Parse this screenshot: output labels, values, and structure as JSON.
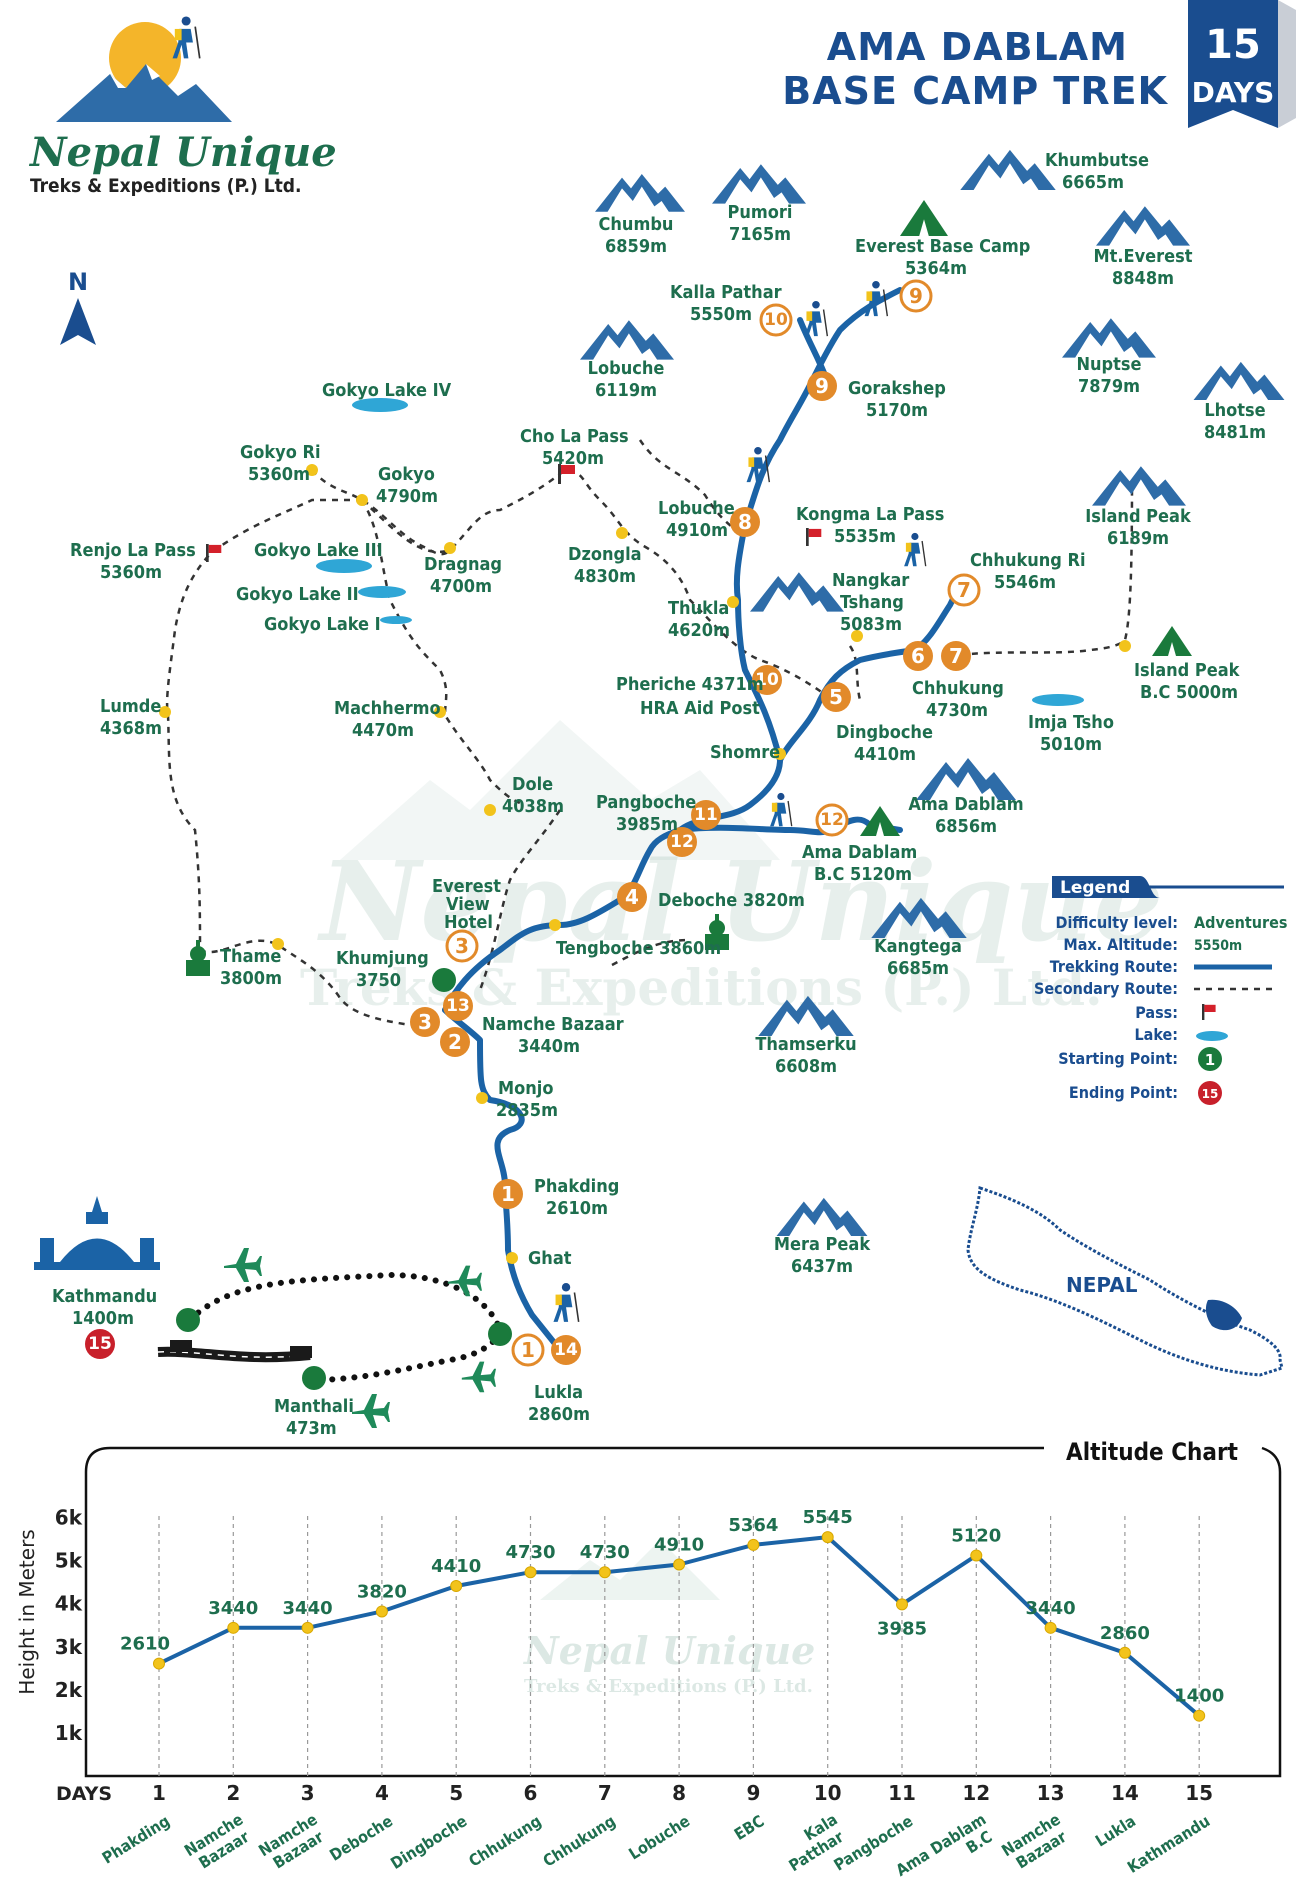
{
  "brand": {
    "name": "Nepal Unique",
    "subtitle": "Treks & Expeditions (P.) Ltd."
  },
  "title": {
    "line1": "AMA DABLAM",
    "line2": "BASE CAMP TREK",
    "days_number": "15",
    "days_label": "DAYS"
  },
  "compass": "N",
  "mountains": [
    {
      "name": "Chumbu",
      "alt": "6859m"
    },
    {
      "name": "Pumori",
      "alt": "7165m"
    },
    {
      "name": "Khumbutse",
      "alt": "6665m"
    },
    {
      "name": "Mt.Everest",
      "alt": "8848m"
    },
    {
      "name": "Nuptse",
      "alt": "7879m"
    },
    {
      "name": "Lhotse",
      "alt": "8481m"
    },
    {
      "name": "Island Peak",
      "alt": "6189m"
    },
    {
      "name": "Lobuche",
      "alt": "6119m"
    },
    {
      "name": "Ama Dablam",
      "alt": "6856m"
    },
    {
      "name": "Kangtega",
      "alt": "6685m"
    },
    {
      "name": "Thamserku",
      "alt": "6608m"
    },
    {
      "name": "Mera Peak",
      "alt": "6437m"
    }
  ],
  "places": {
    "ebc": [
      "Everest Base Camp",
      "5364m"
    ],
    "kalla": [
      "Kalla Pathar",
      "5550m"
    ],
    "gorakshep": [
      "Gorakshep",
      "5170m"
    ],
    "lobuche": [
      "Lobuche",
      "4910m"
    ],
    "kongma": [
      "Kongma La Pass",
      "5535m"
    ],
    "nangkar": [
      "Nangkar",
      "Tshang",
      "5083m"
    ],
    "chhukung_ri": [
      "Chhukung Ri",
      "5546m"
    ],
    "chhukung": [
      "Chhukung",
      "4730m"
    ],
    "island_bc": [
      "Island Peak",
      "B.C 5000m"
    ],
    "imja": [
      "Imja Tsho",
      "5010m"
    ],
    "thukla": [
      "Thukla",
      "4620m"
    ],
    "pheriche": [
      "Pheriche 4371m",
      "HRA Aid Post"
    ],
    "dingboche": [
      "Dingboche",
      "4410m"
    ],
    "shomre": "Shomre",
    "pangboche": [
      "Pangboche",
      "3985m"
    ],
    "ama_bc": [
      "Ama Dablam",
      "B.C 5120m"
    ],
    "deboche": "Deboche 3820m",
    "tengboche": "Tengboche 3860m",
    "everest_view": [
      "Everest",
      "View",
      "Hotel"
    ],
    "khumjung": [
      "Khumjung",
      "3750"
    ],
    "namche": [
      "Namche Bazaar",
      "3440m"
    ],
    "thame": [
      "Thame",
      "3800m"
    ],
    "monjo": [
      "Monjo",
      "2835m"
    ],
    "phakding": [
      "Phakding",
      "2610m"
    ],
    "ghat": "Ghat",
    "lukla": [
      "Lukla",
      "2860m"
    ],
    "kathmandu": [
      "Kathmandu",
      "1400m"
    ],
    "manthali": [
      "Manthali",
      "473m"
    ],
    "gokyo_lake_iv": "Gokyo Lake IV",
    "gokyo_ri": [
      "Gokyo Ri",
      "5360m"
    ],
    "gokyo": [
      "Gokyo",
      "4790m"
    ],
    "cho_la": [
      "Cho La Pass",
      "5420m"
    ],
    "dzongla": [
      "Dzongla",
      "4830m"
    ],
    "renjo": [
      "Renjo La Pass",
      "5360m"
    ],
    "gokyo_lake_iii": "Gokyo Lake III",
    "dragnag": [
      "Dragnag",
      "4700m"
    ],
    "gokyo_lake_ii": "Gokyo Lake II",
    "gokyo_lake_i": "Gokyo Lake I",
    "lumde": [
      "Lumde",
      "4368m"
    ],
    "machhermo": [
      "Machhermo",
      "4470m"
    ],
    "dole": [
      "Dole",
      "4038m"
    ],
    "nepal": "NEPAL"
  },
  "day_badges": [
    "1",
    "2",
    "3",
    "4",
    "5",
    "6",
    "7",
    "8",
    "9",
    "10",
    "11",
    "12",
    "13",
    "14",
    "15"
  ],
  "legend": {
    "title": "Legend",
    "rows": [
      {
        "key": "Difficulty level:",
        "value": "Adventures"
      },
      {
        "key": "Max. Altitude:",
        "value": "5550m"
      },
      {
        "key": "Trekking Route:",
        "value": ""
      },
      {
        "key": "Secondary Route:",
        "value": ""
      },
      {
        "key": "Pass:",
        "value": ""
      },
      {
        "key": "Lake:",
        "value": ""
      },
      {
        "key": "Starting Point:",
        "value": "1"
      },
      {
        "key": "Ending Point:",
        "value": "15"
      }
    ]
  },
  "colors": {
    "route": "#1b63a6",
    "text_green": "#1e6e4e",
    "title_blue": "#1a4d8f",
    "badge_orange": "#e28a2a",
    "stop_yellow": "#f2c31b",
    "start_green": "#1a7a3c",
    "end_red": "#c8202b",
    "pass_red": "#d4202a",
    "lake_blue": "#2fa6d6"
  },
  "chart_data": {
    "type": "line",
    "title": "Altitude Chart",
    "ylabel": "Height in Meters",
    "xlabel": "DAYS",
    "ylim": [
      0,
      6500
    ],
    "y_ticks": [
      "1k",
      "2k",
      "3k",
      "4k",
      "5k",
      "6k"
    ],
    "y_tick_values": [
      1000,
      2000,
      3000,
      4000,
      5000,
      6000
    ],
    "x": [
      1,
      2,
      3,
      4,
      5,
      6,
      7,
      8,
      9,
      10,
      11,
      12,
      13,
      14,
      15
    ],
    "categories": [
      "Phakding",
      "Namche Bazaar",
      "Namche Bazaar",
      "Deboche",
      "Dingboche",
      "Chhukung",
      "Chhukung",
      "Lobuche",
      "EBC",
      "Kala Patthar",
      "Pangboche",
      "Ama Dablam B.C",
      "Namche Bazaar",
      "Lukla",
      "Kathmandu"
    ],
    "values": [
      2610,
      3440,
      3440,
      3820,
      4410,
      4730,
      4730,
      4910,
      5364,
      5545,
      3985,
      5120,
      3440,
      2860,
      1400
    ],
    "value_labels": [
      "2610",
      "3440",
      "3440",
      "3820",
      "4410",
      "4730",
      "4730",
      "4910",
      "5364",
      "5545",
      "3985",
      "5120",
      "3440",
      "2860",
      "1400"
    ],
    "label_below": [
      false,
      false,
      false,
      false,
      false,
      false,
      false,
      false,
      false,
      false,
      true,
      false,
      false,
      false,
      false
    ],
    "grid": false
  }
}
